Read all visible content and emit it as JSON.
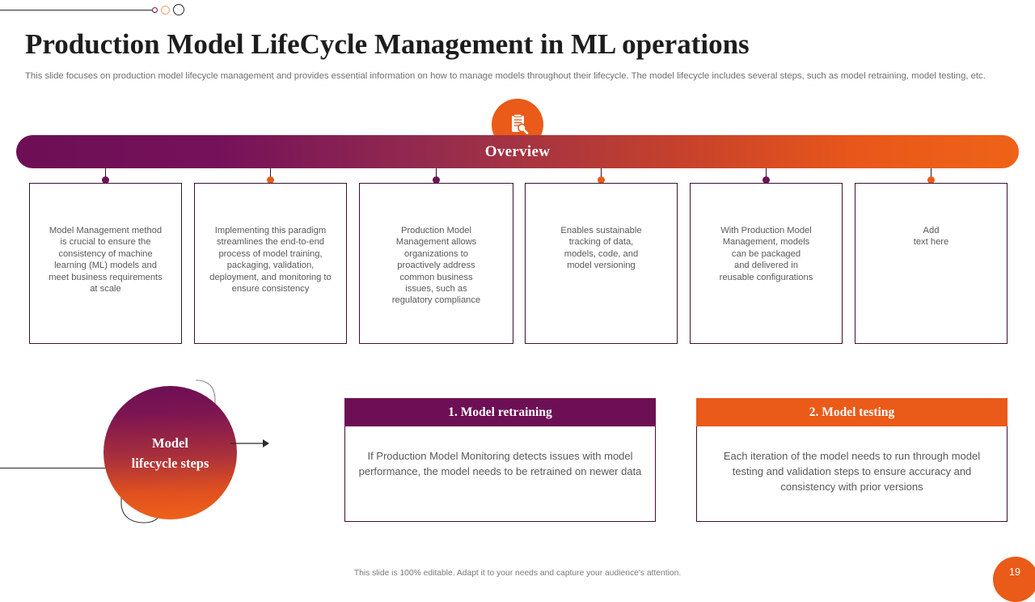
{
  "slide": {
    "title": "Production Model LifeCycle Management  in ML operations",
    "subtitle": "This slide focuses on production model lifecycle management and provides essential information on how to manage models throughout their lifecycle. The model lifecycle includes several steps, such as model retraining, model testing, etc.",
    "page_number": "19",
    "footer_note": "This slide is 100% editable. Adapt it to your needs and capture your audience's attention."
  },
  "overview": {
    "label": "Overview",
    "icon": "document-search-icon",
    "gradient_start": "#6d0f55",
    "gradient_end": "#ee6318"
  },
  "cards": [
    {
      "text": "Model Management method\nis crucial to ensure the\nconsistency of machine\nlearning (ML) models and\nmeet business requirements\nat scale",
      "dot_color": "#6d1054"
    },
    {
      "text": "Implementing this paradigm\nstreamlines the end-to-end\nprocess of model training,\npackaging, validation,\ndeployment, and monitoring to\nensure consistency",
      "dot_color": "#ea5a18"
    },
    {
      "text": "Production Model\nManagement allows\norganizations to\nproactively address\ncommon business\nissues, such as\nregulatory compliance",
      "dot_color": "#6d1054"
    },
    {
      "text": "Enables sustainable\ntracking of data,\nmodels, code, and\nmodel versioning",
      "dot_color": "#ea5a18"
    },
    {
      "text": "With Production Model\nManagement, models\ncan be packaged\nand delivered in\nreusable configurations",
      "dot_color": "#6d1054"
    },
    {
      "text": "Add\ntext here",
      "dot_color": "#ea5a18"
    }
  ],
  "lifecycle": {
    "label": "Model\nlifecycle steps"
  },
  "steps": [
    {
      "heading": "1. Model retraining",
      "body": "If Production Model Monitoring  detects issues with model performance, the model needs to be retrained on newer data",
      "color": "#6d0f55"
    },
    {
      "heading": "2. Model testing",
      "body": "Each iteration of the model needs to run through model testing and validation steps to ensure accuracy and consistency with prior versions",
      "color": "#ea5a18"
    }
  ]
}
